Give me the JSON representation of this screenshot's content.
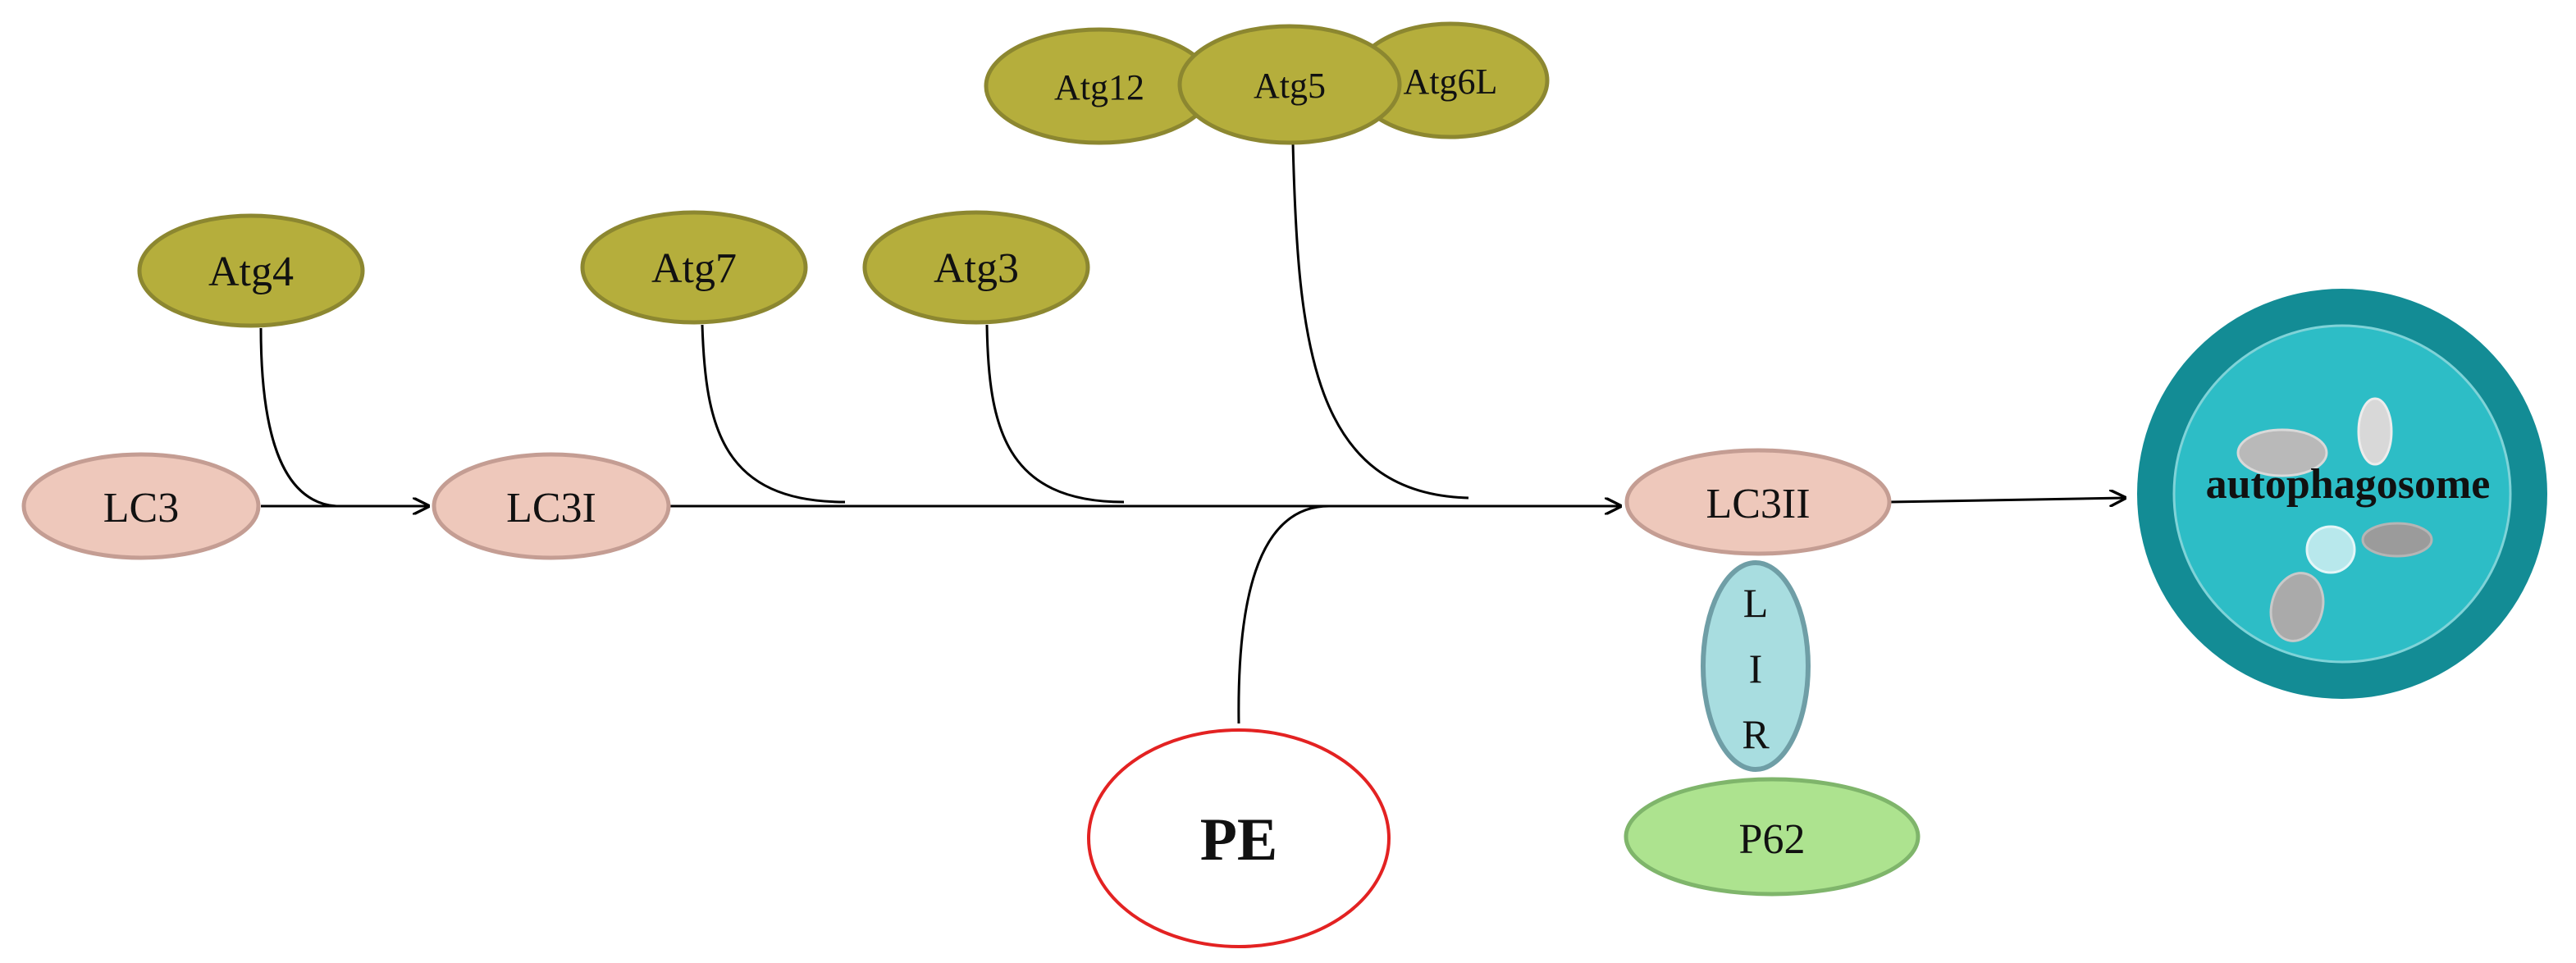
{
  "nodes": {
    "lc3": "LC3",
    "lc3i": "LC3I",
    "lc3ii": "LC3II",
    "atg4": "Atg4",
    "atg7": "Atg7",
    "atg3": "Atg3",
    "atg12": "Atg12",
    "atg5": "Atg5",
    "atg6l": "Atg6L",
    "pe": "PE",
    "lir_l": "L",
    "lir_i": "I",
    "lir_r": "R",
    "p62": "P62",
    "autophagosome": "autophagosome"
  },
  "colors": {
    "lc3_fill": "#eec8bb",
    "lc3_stroke": "#c49d93",
    "atg_fill": "#b5ae3c",
    "atg_stroke": "#8c8730",
    "lir_fill": "#a8dde0",
    "lir_stroke": "#6f9ea6",
    "p62_fill": "#ade38f",
    "p62_stroke": "#7fb56b",
    "pe_stroke": "#e32222",
    "autophagosome_outer": "#138c95",
    "autophagosome_inner": "#2dbdc6"
  }
}
